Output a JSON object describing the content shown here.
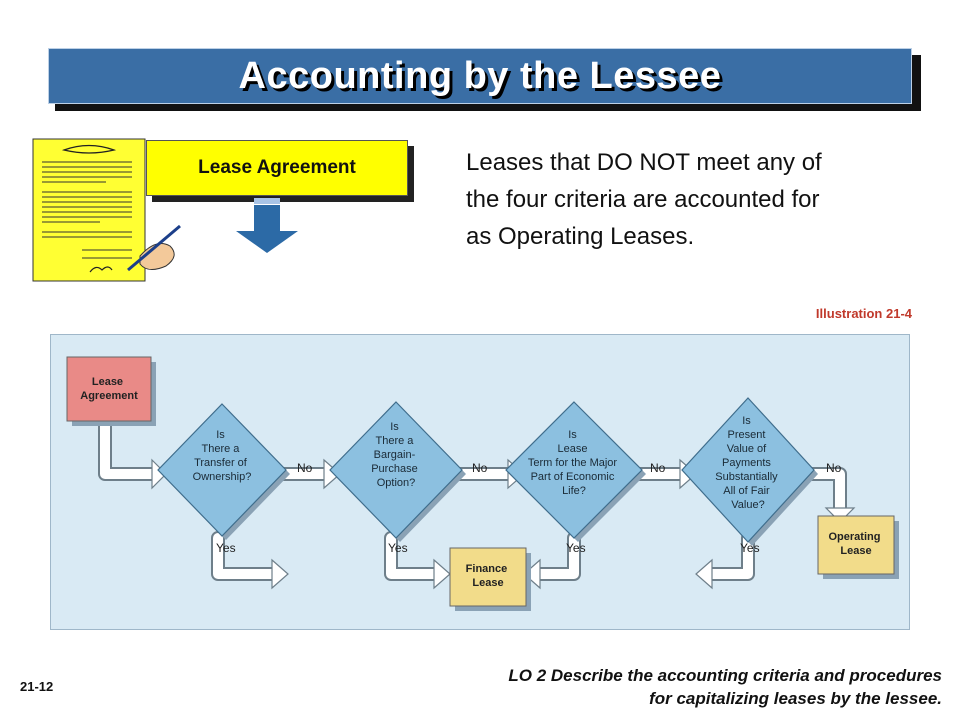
{
  "title": "Accounting by the Lessee",
  "lease_agreement_label": "Lease Agreement",
  "intro_text": "Leases that DO NOT meet any of the four criteria are accounted for as Operating Leases.",
  "illustration_label": "Illustration 21-4",
  "flow": {
    "start": [
      "Lease",
      "Agreement"
    ],
    "criteria": [
      [
        "Is",
        "There a",
        "Transfer of",
        "Ownership?"
      ],
      [
        "Is",
        "There a",
        "Bargain-",
        "Purchase",
        "Option?"
      ],
      [
        "Is",
        "Lease",
        "Term for the Major",
        "Part of Economic",
        "Life?"
      ],
      [
        "Is",
        "Present",
        "Value of",
        "Payments",
        "Substantially",
        "All of Fair",
        "Value?"
      ]
    ],
    "no_label": "No",
    "yes_label": "Yes",
    "finance": [
      "Finance",
      "Lease"
    ],
    "operating": [
      "Operating",
      "Lease"
    ]
  },
  "slide_number": "21-12",
  "lo_line1": "LO 2  Describe the accounting criteria and procedures",
  "lo_line2": "for capitalizing leases by the lessee.",
  "colors": {
    "title_bar": "#3a6ea5",
    "lease_label_bg": "#ffff00",
    "start_box": "#e98a87",
    "diamond": "#8cc0e0",
    "result_box": "#f2dc8a",
    "panel": "#d9eaf4"
  }
}
